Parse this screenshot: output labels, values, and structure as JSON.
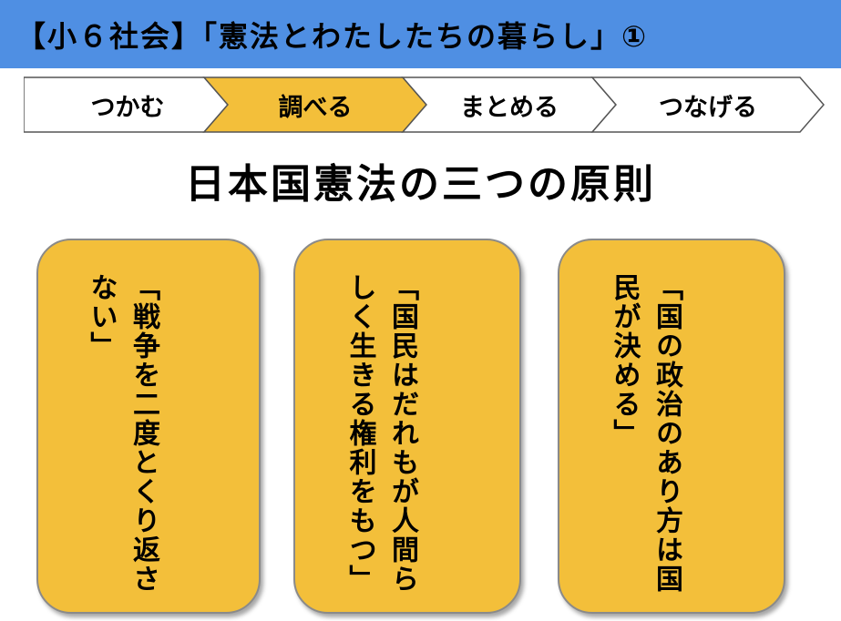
{
  "header": {
    "title": "【小６社会】「憲法とわたしたちの暮らし」①",
    "background_color": "#4f8fe3"
  },
  "steps": {
    "items": [
      {
        "label": "つかむ",
        "active": false
      },
      {
        "label": "調べる",
        "active": true
      },
      {
        "label": "まとめる",
        "active": false
      },
      {
        "label": "つなげる",
        "active": false
      }
    ],
    "active_color": "#f3bf3a"
  },
  "main": {
    "title": "日本国憲法の三つの原則",
    "cards": [
      {
        "text": "「戦争を二度とくり返さない」"
      },
      {
        "text": "「国民はだれもが人間らしく生きる権利をもつ」"
      },
      {
        "text": "「国の政治のあり方は国民が決める」"
      }
    ],
    "card_color": "#f3bf3a"
  }
}
